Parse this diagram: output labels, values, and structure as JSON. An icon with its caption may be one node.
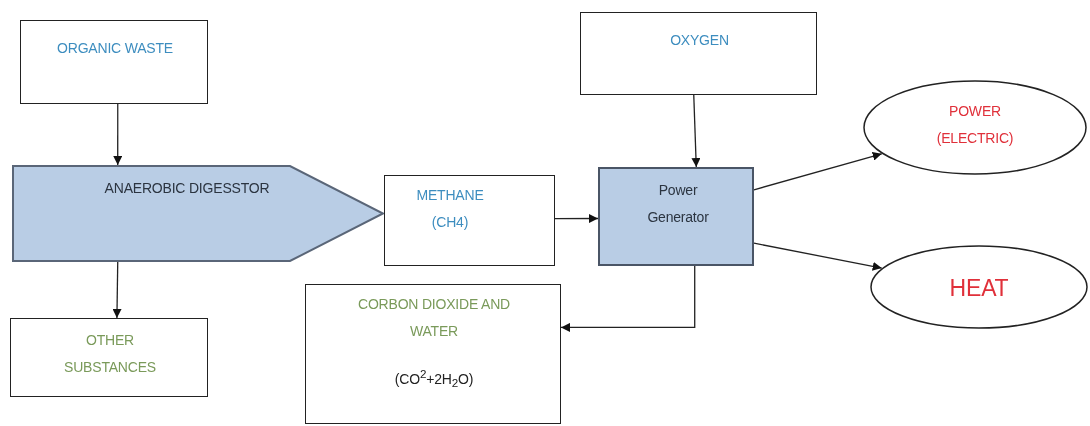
{
  "diagram": {
    "nodes": [
      {
        "text": [
          "ORGANIC WASTE"
        ]
      },
      {
        "text": [
          "OXYGEN"
        ]
      },
      {
        "text": [
          "ANAEROBIC DIGESSTOR"
        ]
      },
      {
        "text": [
          "METHANE (CH4)"
        ]
      },
      {
        "text": [
          "Power Generator"
        ]
      },
      {
        "text": [
          "POWER (ELECTRIC)"
        ]
      },
      {
        "text": [
          "HEAT"
        ]
      },
      {
        "text": [
          "OTHER SUBSTANCES"
        ]
      },
      {
        "text": [
          "CORBON DIOXIDE AND WATER",
          "(CO$^{2}$+2H$_{2}$O)"
        ]
      }
    ],
    "edges": [
      {
        "from": 0,
        "to": 2,
        "arrow": "to"
      },
      {
        "from": 1,
        "to": 4,
        "arrow": "to"
      },
      {
        "from": 3,
        "to": 4,
        "arrow": "to"
      },
      {
        "from": 4,
        "to": 5,
        "arrow": "to"
      },
      {
        "from": 4,
        "to": 6,
        "arrow": "to"
      },
      {
        "from": 2,
        "to": 7,
        "arrow": "to"
      },
      {
        "from": 4,
        "to": 8,
        "arrow": "to"
      }
    ]
  }
}
